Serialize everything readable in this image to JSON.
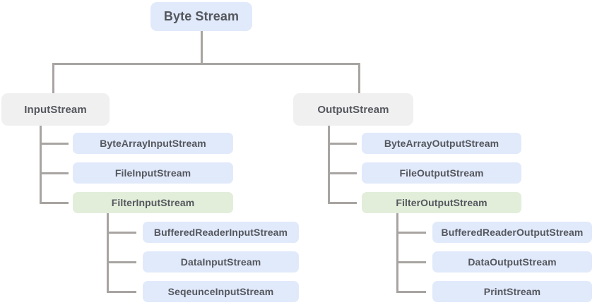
{
  "colors": {
    "background": "#ffffff",
    "box_blue": "#e1eafb",
    "box_gray": "#f0f0f0",
    "box_green": "#e2eeda",
    "line": "#a8a4a1",
    "text": "#55575e"
  },
  "tree": {
    "root": {
      "label": "Byte Stream"
    },
    "input": {
      "label": "InputStream",
      "children": [
        {
          "label": "ByteArrayInputStream"
        },
        {
          "label": "FileInputStream"
        },
        {
          "label": "FilterInputStream"
        }
      ],
      "filter_children": [
        {
          "label": "BufferedReaderInputStream"
        },
        {
          "label": "DataInputStream"
        },
        {
          "label": "SeqeunceInputStream"
        }
      ]
    },
    "output": {
      "label": "OutputStream",
      "children": [
        {
          "label": "ByteArrayOutputStream"
        },
        {
          "label": "FileOutputStream"
        },
        {
          "label": "FilterOutputStream"
        }
      ],
      "filter_children": [
        {
          "label": "BufferedReaderOutputStream"
        },
        {
          "label": "DataOutputStream"
        },
        {
          "label": "PrintStream"
        }
      ]
    }
  }
}
